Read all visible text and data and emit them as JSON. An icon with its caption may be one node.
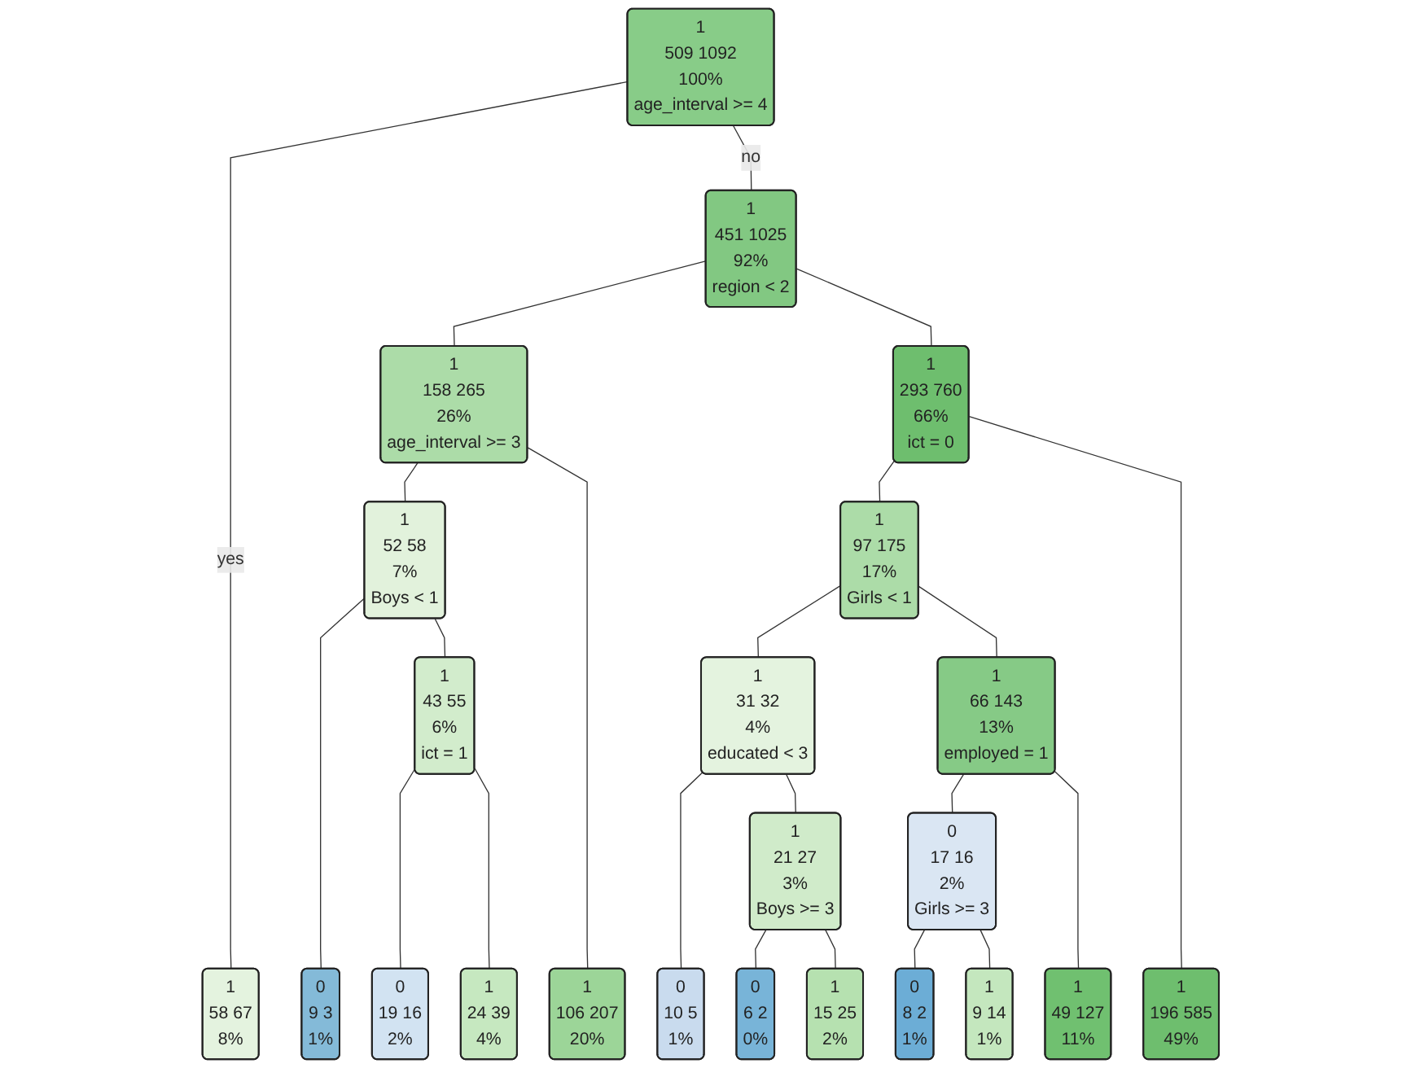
{
  "diagram": {
    "nodes": [
      {
        "text": [
          "1",
          "509 1092",
          "100%",
          "age_interval >= 4"
        ]
      },
      {
        "text": [
          "1",
          "451 1025",
          "92%",
          "region < 2"
        ]
      },
      {
        "text": [
          "1",
          "158 265",
          "26%",
          "age_interval >= 3"
        ]
      },
      {
        "text": [
          "1",
          "293 760",
          "66%",
          "ict = 0"
        ]
      },
      {
        "text": [
          "1",
          "52 58",
          "7%",
          "Boys < 1"
        ]
      },
      {
        "text": [
          "1",
          "97 175",
          "17%",
          "Girls < 1"
        ]
      },
      {
        "text": [
          "1",
          "43 55",
          "6%",
          "ict = 1"
        ]
      },
      {
        "text": [
          "1",
          "31 32",
          "4%",
          "educated < 3"
        ]
      },
      {
        "text": [
          "1",
          "66 143",
          "13%",
          "employed = 1"
        ]
      },
      {
        "text": [
          "1",
          "21 27",
          "3%",
          "Boys >= 3"
        ]
      },
      {
        "text": [
          "0",
          "17 16",
          "2%",
          "Girls >= 3"
        ]
      },
      {
        "text": [
          "1",
          "58 67",
          "8%"
        ]
      },
      {
        "text": [
          "0",
          "9 3",
          "1%"
        ]
      },
      {
        "text": [
          "0",
          "19 16",
          "2%"
        ]
      },
      {
        "text": [
          "1",
          "24 39",
          "4%"
        ]
      },
      {
        "text": [
          "1",
          "106 207",
          "20%"
        ]
      },
      {
        "text": [
          "0",
          "10 5",
          "1%"
        ]
      },
      {
        "text": [
          "0",
          "6 2",
          "0%"
        ]
      },
      {
        "text": [
          "1",
          "15 25",
          "2%"
        ]
      },
      {
        "text": [
          "0",
          "8 2",
          "1%"
        ]
      },
      {
        "text": [
          "1",
          "9 14",
          "1%"
        ]
      },
      {
        "text": [
          "1",
          "49 127",
          "11%"
        ]
      },
      {
        "text": [
          "1",
          "196 585",
          "49%"
        ]
      }
    ],
    "edges": [
      {
        "from": 0,
        "to": 11,
        "arrow": "none",
        "label": "yes"
      },
      {
        "from": 0,
        "to": 1,
        "arrow": "none",
        "label": "no"
      },
      {
        "from": 1,
        "to": 2,
        "arrow": "none"
      },
      {
        "from": 1,
        "to": 3,
        "arrow": "none"
      },
      {
        "from": 2,
        "to": 4,
        "arrow": "none"
      },
      {
        "from": 2,
        "to": 15,
        "arrow": "none"
      },
      {
        "from": 4,
        "to": 12,
        "arrow": "none"
      },
      {
        "from": 4,
        "to": 6,
        "arrow": "none"
      },
      {
        "from": 6,
        "to": 13,
        "arrow": "none"
      },
      {
        "from": 6,
        "to": 14,
        "arrow": "none"
      },
      {
        "from": 3,
        "to": 5,
        "arrow": "none"
      },
      {
        "from": 3,
        "to": 22,
        "arrow": "none"
      },
      {
        "from": 5,
        "to": 7,
        "arrow": "none"
      },
      {
        "from": 5,
        "to": 8,
        "arrow": "none"
      },
      {
        "from": 7,
        "to": 16,
        "arrow": "none"
      },
      {
        "from": 7,
        "to": 9,
        "arrow": "none"
      },
      {
        "from": 9,
        "to": 17,
        "arrow": "none"
      },
      {
        "from": 9,
        "to": 18,
        "arrow": "none"
      },
      {
        "from": 8,
        "to": 10,
        "arrow": "none"
      },
      {
        "from": 8,
        "to": 21,
        "arrow": "none"
      },
      {
        "from": 10,
        "to": 19,
        "arrow": "none"
      },
      {
        "from": 10,
        "to": 20,
        "arrow": "none"
      }
    ]
  }
}
